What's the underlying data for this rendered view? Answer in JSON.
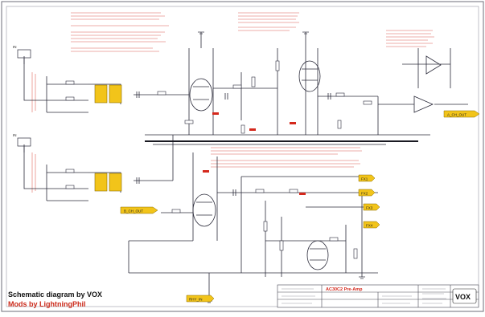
{
  "credits": {
    "line1": "Schematic diagram by VOX",
    "line2": "Mods by LightningPhil"
  },
  "title_block": {
    "logo": "VOX",
    "title": "AC30C2 Pre-Amp"
  },
  "tags": {
    "input_left_top": "IN",
    "input_left_bottom": "IN",
    "out_right": "A_CH_OUT",
    "mid_left": "B_CH_OUT",
    "bottom_left": "RHY_IN",
    "yellow_1": "FX1",
    "yellow_2": "FX2",
    "yellow_3": "FX3",
    "yellow_4": "FX4"
  },
  "colors": {
    "wire": "#2b2b3a",
    "note": "#d4281c",
    "tag": "#f2c41a",
    "frame": "#6c6c78"
  }
}
